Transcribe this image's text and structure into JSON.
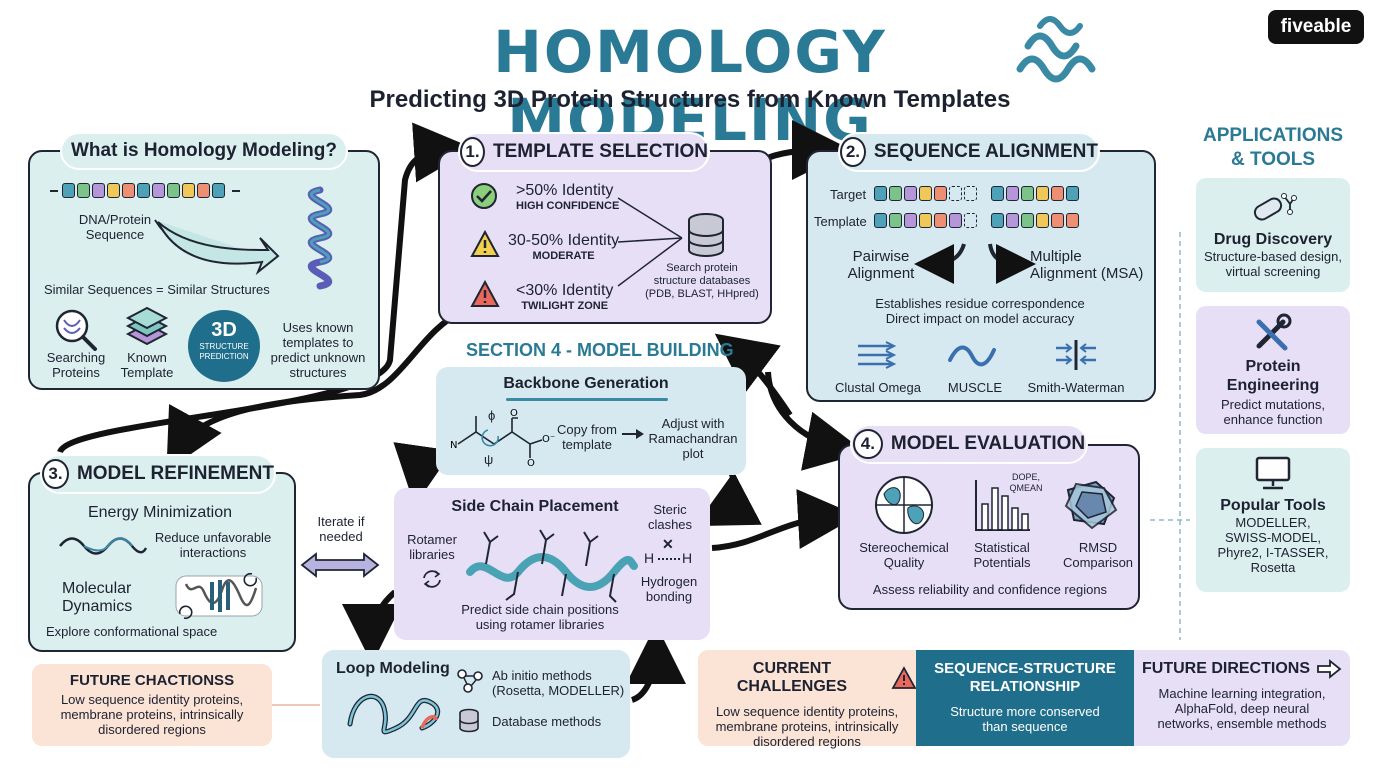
{
  "header": {
    "title": "HOMOLOGY MODELING",
    "subtitle": "Predicting 3D Protein Structures from Known Templates",
    "brand": "fiveable",
    "title_color": "#2a7a96"
  },
  "what": {
    "title": "What is Homology Modeling?",
    "seq_label": "DNA/Protein\nSequence",
    "similar": "Similar Sequences = Similar Structures",
    "searching": "Searching\nProteins",
    "known": "Known\nTemplate",
    "badge_big": "3D",
    "badge_small": "STRUCTURE\nPREDICTION",
    "uses": "Uses known\ntemplates to\npredict unknown\nstructures"
  },
  "template": {
    "number": "1.",
    "title": "TEMPLATE SELECTION",
    "items": [
      {
        "main": ">50% Identity",
        "sub": "HIGH CONFIDENCE",
        "icon": "check-icon"
      },
      {
        "main": "30-50% Identity",
        "sub": "MODERATE",
        "icon": "warning-icon"
      },
      {
        "main": "<30% Identity",
        "sub": "TWILIGHT ZONE",
        "icon": "danger-icon"
      }
    ],
    "db": "Search protein\nstructure databases\n(PDB, BLAST, HHpred)"
  },
  "alignment": {
    "number": "2.",
    "title": "SEQUENCE ALIGNMENT",
    "target": "Target",
    "template": "Template",
    "pairwise": "Pairwise\nAlignment",
    "multiple": "Multiple\nAlignment (MSA)",
    "establish": "Establishes residue correspondence\nDirect impact on model accuracy",
    "tools": [
      "Clustal Omega",
      "MUSCLE",
      "Smith-Waterman"
    ]
  },
  "building": {
    "title": "SECTION 4 - MODEL BUILDING",
    "backbone_title": "Backbone Generation",
    "phi": "ϕ",
    "psi": "ψ",
    "copy": "Copy from\ntemplate",
    "adjust": "Adjust with\nRamachandran\nplot",
    "side_title": "Side Chain Placement",
    "rotamer": "Rotamer\nlibraries",
    "steric": "Steric\nclashes",
    "hbond": "Hydrogen\nbonding",
    "h_left": "H",
    "h_right": "H",
    "predict": "Predict side chain positions\nusing rotamer libraries",
    "loop_title": "Loop Modeling",
    "ab_initio": "Ab initio methods\n(Rosetta, MODELLER)",
    "database": "Database methods"
  },
  "refinement": {
    "number": "3.",
    "title": "MODEL REFINEMENT",
    "energy": "Energy Minimization",
    "reduce": "Reduce unfavorable\ninteractions",
    "md": "Molecular\nDynamics",
    "explore": "Explore conformational space"
  },
  "iterate": "Iterate if\nneeded",
  "evaluation": {
    "number": "4.",
    "title": "MODEL EVALUATION",
    "dope": "DOPE,\nQMEAN",
    "items": [
      "Stereochemical\nQuality",
      "Statistical\nPotentials",
      "RMSD\nComparison"
    ],
    "assess": "Assess reliability and confidence regions"
  },
  "apps": {
    "title": "APPLICATIONS\n& TOOLS",
    "cards": [
      {
        "title": "Drug Discovery",
        "desc": "Structure-based design,\nvirtual screening",
        "icon": "pill-icon"
      },
      {
        "title": "Protein\nEngineering",
        "desc": "Predict mutations,\nenhance function",
        "icon": "tools-icon"
      },
      {
        "title": "Popular Tools",
        "desc": "MODELLER,\nSWISS-MODEL,\nPhyre2, I-TASSER,\nRosetta",
        "icon": "computer-icon"
      }
    ]
  },
  "future_left": {
    "title": "FUTURE CHACTIONSS",
    "text": "Low sequence identity proteins,\nmembrane proteins, intrinsically\ndisordered regions"
  },
  "challenges": {
    "title": "CURRENT CHALLENGES",
    "text": "Low sequence identity proteins,\nmembrane proteins, intrinsically\ndisordered regions"
  },
  "relationship": {
    "title": "SEQUENCE-STRUCTURE\nRELATIONSHIP",
    "text": "Structure more conserved\nthan sequence"
  },
  "future_dir": {
    "title": "FUTURE DIRECTIONS",
    "text": "Machine learning integration,\nAlphaFold, deep neural\nnetworks, ensemble methods"
  },
  "colors": {
    "teal_panel": "#dcefef",
    "lavender_panel": "#e7dff5",
    "blue_panel": "#d7e9f0",
    "peach_panel": "#fbe3d6",
    "dark_blue": "#1f6e8c",
    "outline": "#1f2533"
  }
}
